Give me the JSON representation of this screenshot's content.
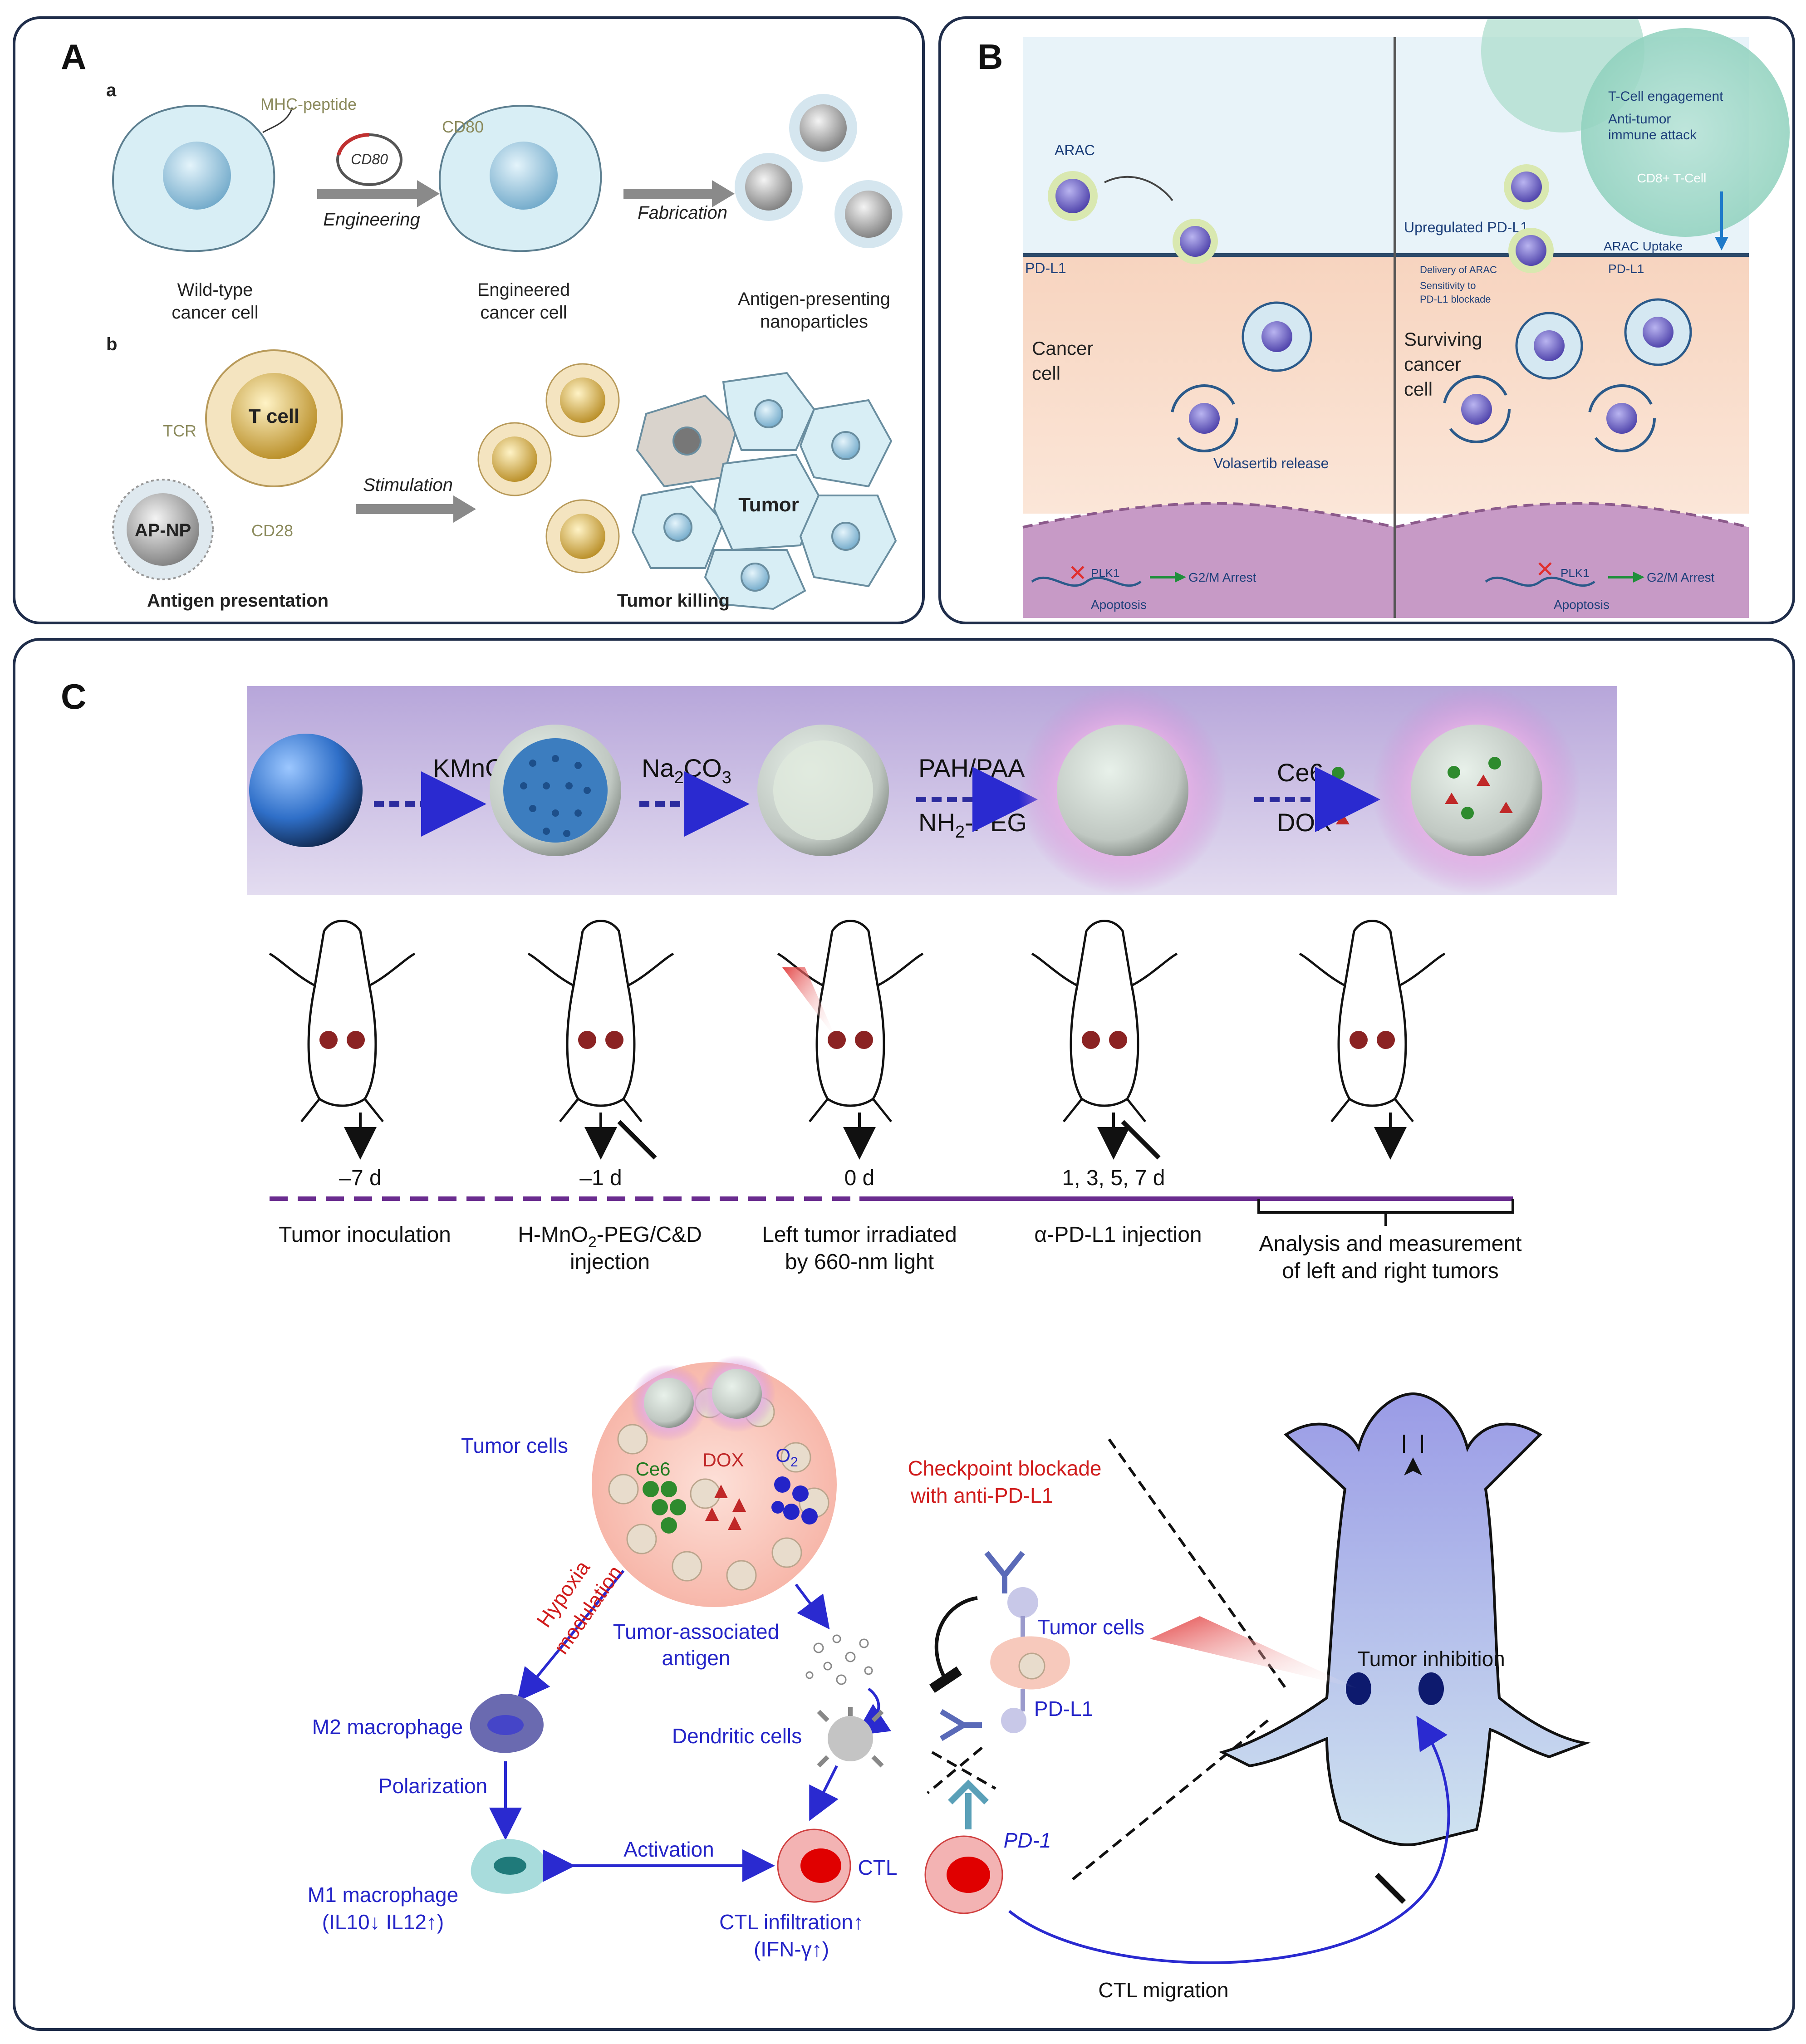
{
  "panels": {
    "A": {
      "label": "A",
      "sub_a": "a",
      "sub_b": "b",
      "mhc_peptide": "MHC-peptide",
      "cd80_plasmid": "CD80",
      "cd80_label": "CD80",
      "engineering": "Engineering",
      "fabrication": "Fabrication",
      "wild_type": [
        "Wild-type",
        "cancer cell"
      ],
      "engineered": [
        "Engineered",
        "cancer cell"
      ],
      "ap_nanoparticles": [
        "Antigen-presenting",
        "nanoparticles"
      ],
      "t_cell": "T cell",
      "tcr": "TCR",
      "cd28": "CD28",
      "ap_np": "AP-NP",
      "stimulation": "Stimulation",
      "tumor": "Tumor",
      "antigen_presentation": "Antigen presentation",
      "tumor_killing": "Tumor killing"
    },
    "B": {
      "label": "B",
      "arac": "ARAC",
      "pd_l1": "PD-L1",
      "cancer_cell": [
        "Cancer",
        "cell"
      ],
      "volasertib_release": "Volasertib release",
      "plk1_left": "PLK1",
      "g2m_left": "G2/M Arrest",
      "apoptosis_left": "Apoptosis",
      "t_cell_engagement": "T-Cell engagement",
      "anti_tumor": [
        "Anti-tumor",
        "immune attack"
      ],
      "cd8": "CD8+ T-Cell",
      "upregulated": "Upregulated PD-L1",
      "arac_uptake": "ARAC Uptake",
      "pd_l1_down": "PD-L1",
      "delivery": "Delivery of ARAC",
      "sensitivity": [
        "Sensitivity to",
        "PD-L1 blockade"
      ],
      "surviving": [
        "Surviving",
        "cancer",
        "cell"
      ],
      "plk1_right": "PLK1",
      "g2m_right": "G2/M Arrest",
      "apoptosis_right": "Apoptosis"
    },
    "C": {
      "label": "C",
      "kmno4": "KMnO",
      "kmno4_sub": "4",
      "na2co3_a": "Na",
      "na2co3_sub": "2",
      "na2co3_b": "CO",
      "na2co3_sub2": "3",
      "pah_paa": "PAH/PAA",
      "nh2_peg_a": "NH",
      "nh2_peg_sub": "2",
      "nh2_peg_b": "-PEG",
      "ce6": "Ce6",
      "dox": "DOX",
      "timeline": {
        "d1": "–7 d",
        "d2": "–1 d",
        "d3": "0 d",
        "d4": "1, 3, 5, 7 d",
        "step1": "Tumor inoculation",
        "step2a": "H-MnO",
        "step2sub": "2",
        "step2b": "-PEG/C&D",
        "step2c": "injection",
        "step3a": "Left tumor irradiated",
        "step3b": "by 660-nm light",
        "step4": "α-PD-L1 injection",
        "step5a": "Analysis and measurement",
        "step5b": "of left and right tumors"
      },
      "mech": {
        "tumor_cells": "Tumor cells",
        "ce6": "Ce6",
        "dox": "DOX",
        "o2": "O",
        "o2_sub": "2",
        "hypoxia": "Hypoxia",
        "modulation": "modulation",
        "taa": [
          "Tumor-associated",
          "antigen"
        ],
        "m2": "M2 macrophage",
        "polarization": "Polarization",
        "dendritic": "Dendritic cells",
        "activation": "Activation",
        "m1": "M1 macrophage",
        "m1_il": "(IL10↓ IL12↑)",
        "ctl": "CTL",
        "ctl_infiltration": "CTL infiltration↑",
        "ifn": "(IFN-γ↑)",
        "checkpoint": [
          "Checkpoint blockade",
          "with anti-PD-L1"
        ],
        "tumor_cells2": "Tumor cells",
        "pd_l1": "PD-L1",
        "pd_1": "PD-1",
        "tumor_inhibition": "Tumor inhibition",
        "ctl_migration": "CTL migration"
      }
    }
  },
  "colors": {
    "border": "#1f2d4a",
    "blue_text": "#2424c8",
    "red_text": "#d01c1c",
    "purple_line": "#6a2c8f",
    "green_arrow": "#1f8f3a"
  }
}
